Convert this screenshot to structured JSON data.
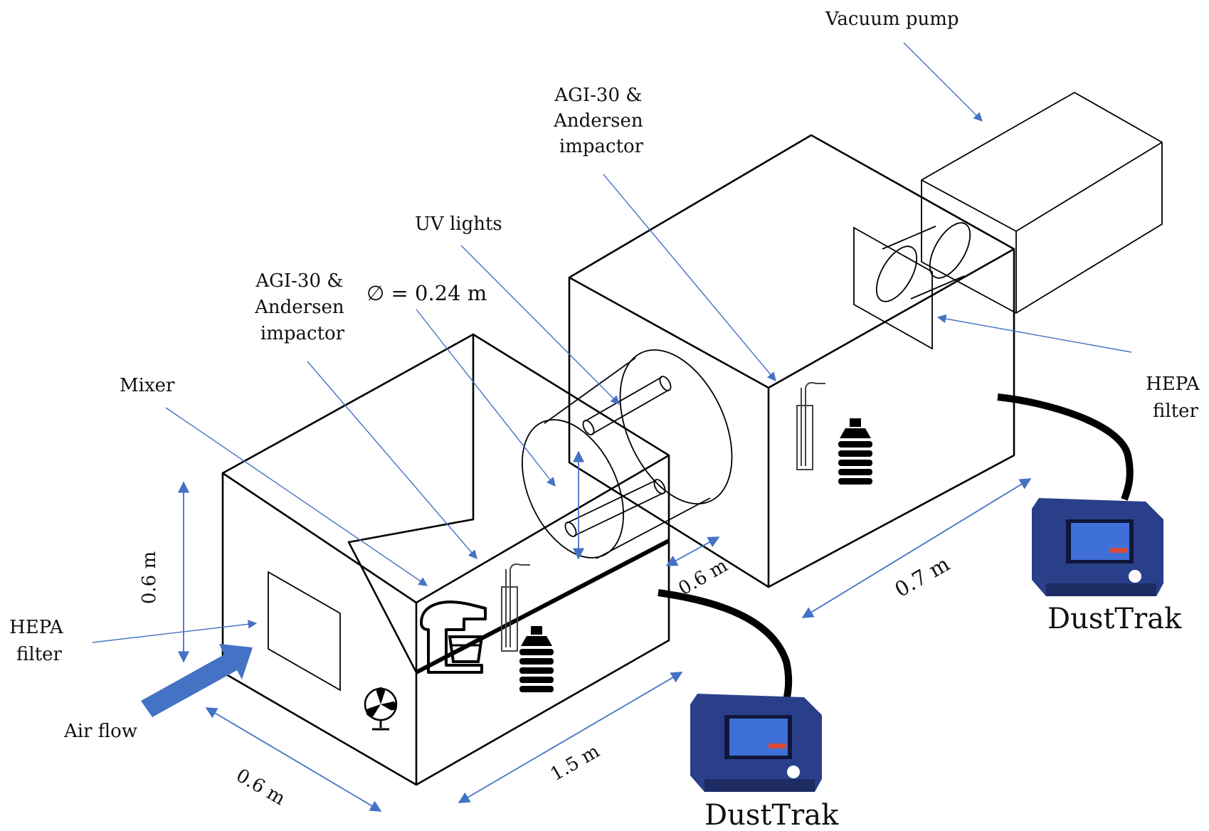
{
  "labels": {
    "vacuum_pump": "Vacuum pump",
    "agi_right": [
      "AGI-30 &",
      "Andersen",
      "impactor"
    ],
    "uv_lights": "UV lights",
    "agi_left": [
      "AGI-30 &",
      "Andersen",
      "impactor"
    ],
    "diameter": "∅ = 0.24 m",
    "mixer": "Mixer",
    "hepa_left": [
      "HEPA",
      "filter"
    ],
    "hepa_right": [
      "HEPA",
      "filter"
    ],
    "air_flow": "Air flow",
    "dusttrak_bottom": "DustTrak",
    "dusttrak_right": "DustTrak"
  },
  "dimensions": {
    "height_left": "0.6 m",
    "width_left": "0.6 m",
    "length_left": "1.5 m",
    "gap": "0.6 m",
    "length_right": "0.7 m"
  },
  "colors": {
    "pointer": "#4472c4",
    "airflow_arrow": "#4472c4",
    "device_body": "#2a3f8a",
    "device_screen": "#3f6fd8"
  },
  "icons": [
    "fan-icon",
    "mixer-icon",
    "impinger-icon",
    "impactor-icon",
    "dusttrak-icon"
  ]
}
